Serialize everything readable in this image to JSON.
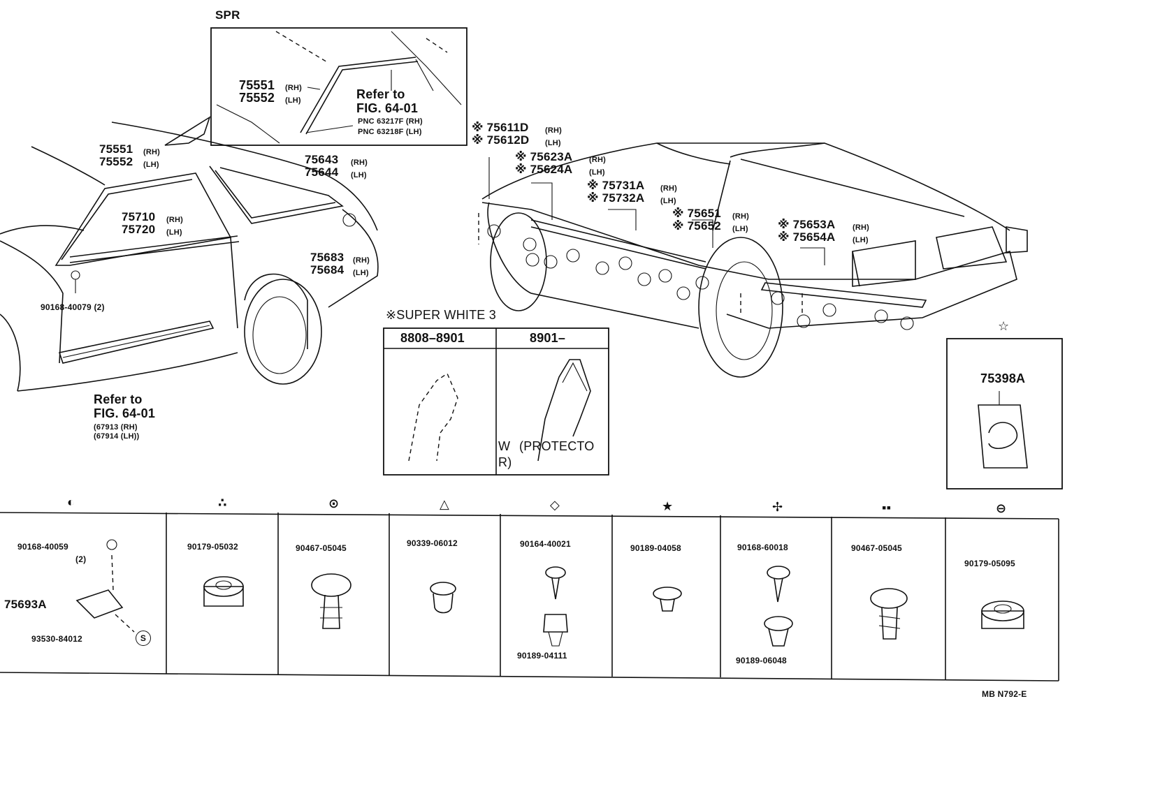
{
  "spr_inset": {
    "title": "SPR",
    "part_rh": "75551",
    "rh": "(RH)",
    "part_lh": "75552",
    "lh": "(LH)",
    "refer_line1": "Refer to",
    "refer_line2": "FIG. 64-01",
    "pnc_rh": "PNC 63217F (RH)",
    "pnc_lh": "PNC 63218F (LH)"
  },
  "left_car": {
    "p75551": "75551",
    "p75551_side": "(RH)",
    "p75552": "75552",
    "p75552_side": "(LH)",
    "p75643": "75643",
    "p75643_side": "(RH)",
    "p75644": "75644",
    "p75644_side": "(LH)",
    "p75710": "75710",
    "p75710_side": "(RH)",
    "p75720": "75720",
    "p75720_side": "(LH)",
    "p75683": "75683",
    "p75683_side": "(RH)",
    "p75684": "75684",
    "p75684_side": "(LH)",
    "clip": "90168-40079 (2)",
    "refer_line1": "Refer to",
    "refer_line2": "FIG. 64-01",
    "pnc_rh": "(67913 (RH)",
    "pnc_lh": "(67914 (LH))"
  },
  "right_car": {
    "p75611": "※ 75611D",
    "p75611_side": "(RH)",
    "p75612": "※ 75612D",
    "p75612_side": "(LH)",
    "p75623": "※ 75623A",
    "p75623_side": "(RH)",
    "p75624": "※ 75624A",
    "p75624_side": "(LH)",
    "p75731": "※ 75731A",
    "p75731_side": "(RH)",
    "p75732": "※ 75732A",
    "p75732_side": "(LH)",
    "p75651": "※ 75651",
    "p75651_side": "(RH)",
    "p75652": "※ 75652",
    "p75652_side": "(LH)",
    "p75653": "※ 75653A",
    "p75653_side": "(RH)",
    "p75654": "※ 75654A",
    "p75654_side": "(LH)"
  },
  "super_white": {
    "title": "※SUPER  WHITE  3",
    "col1": "8808–8901",
    "col2": "8901–",
    "w_label": "W",
    "r_label": "R)",
    "protector": "(PROTECTO"
  },
  "star_box": {
    "symbol": "☆",
    "part": "75398A"
  },
  "fasteners": [
    {
      "symbol": "◐",
      "icon": "half-circle-icon"
    },
    {
      "symbol": "∴",
      "icon": "three-dots-icon",
      "part": "90179-05032"
    },
    {
      "symbol": "⊙",
      "icon": "ring-icon",
      "part": "90467-05045"
    },
    {
      "symbol": "△",
      "icon": "triangle-circle-icon",
      "part": "90339-06012"
    },
    {
      "symbol": "◇",
      "icon": "diamond-icon",
      "part": "90164-40021",
      "part2": "90189-04111"
    },
    {
      "symbol": "★",
      "icon": "star-icon",
      "part": "90189-04058"
    },
    {
      "symbol": "✢",
      "icon": "pinwheel-icon",
      "part": "90168-60018",
      "part2": "90189-06048"
    },
    {
      "symbol": "▪▪",
      "icon": "four-squares-icon",
      "part": "90467-05045"
    },
    {
      "symbol": "⊖",
      "icon": "minus-circle-icon",
      "part": "90179-05095"
    }
  ],
  "first_cell": {
    "screw": "90168-40059",
    "qty": "(2)",
    "bracket": "75693A",
    "nut": "93530-84012",
    "s_mark": "S"
  },
  "footer_code": "MB N792-E"
}
